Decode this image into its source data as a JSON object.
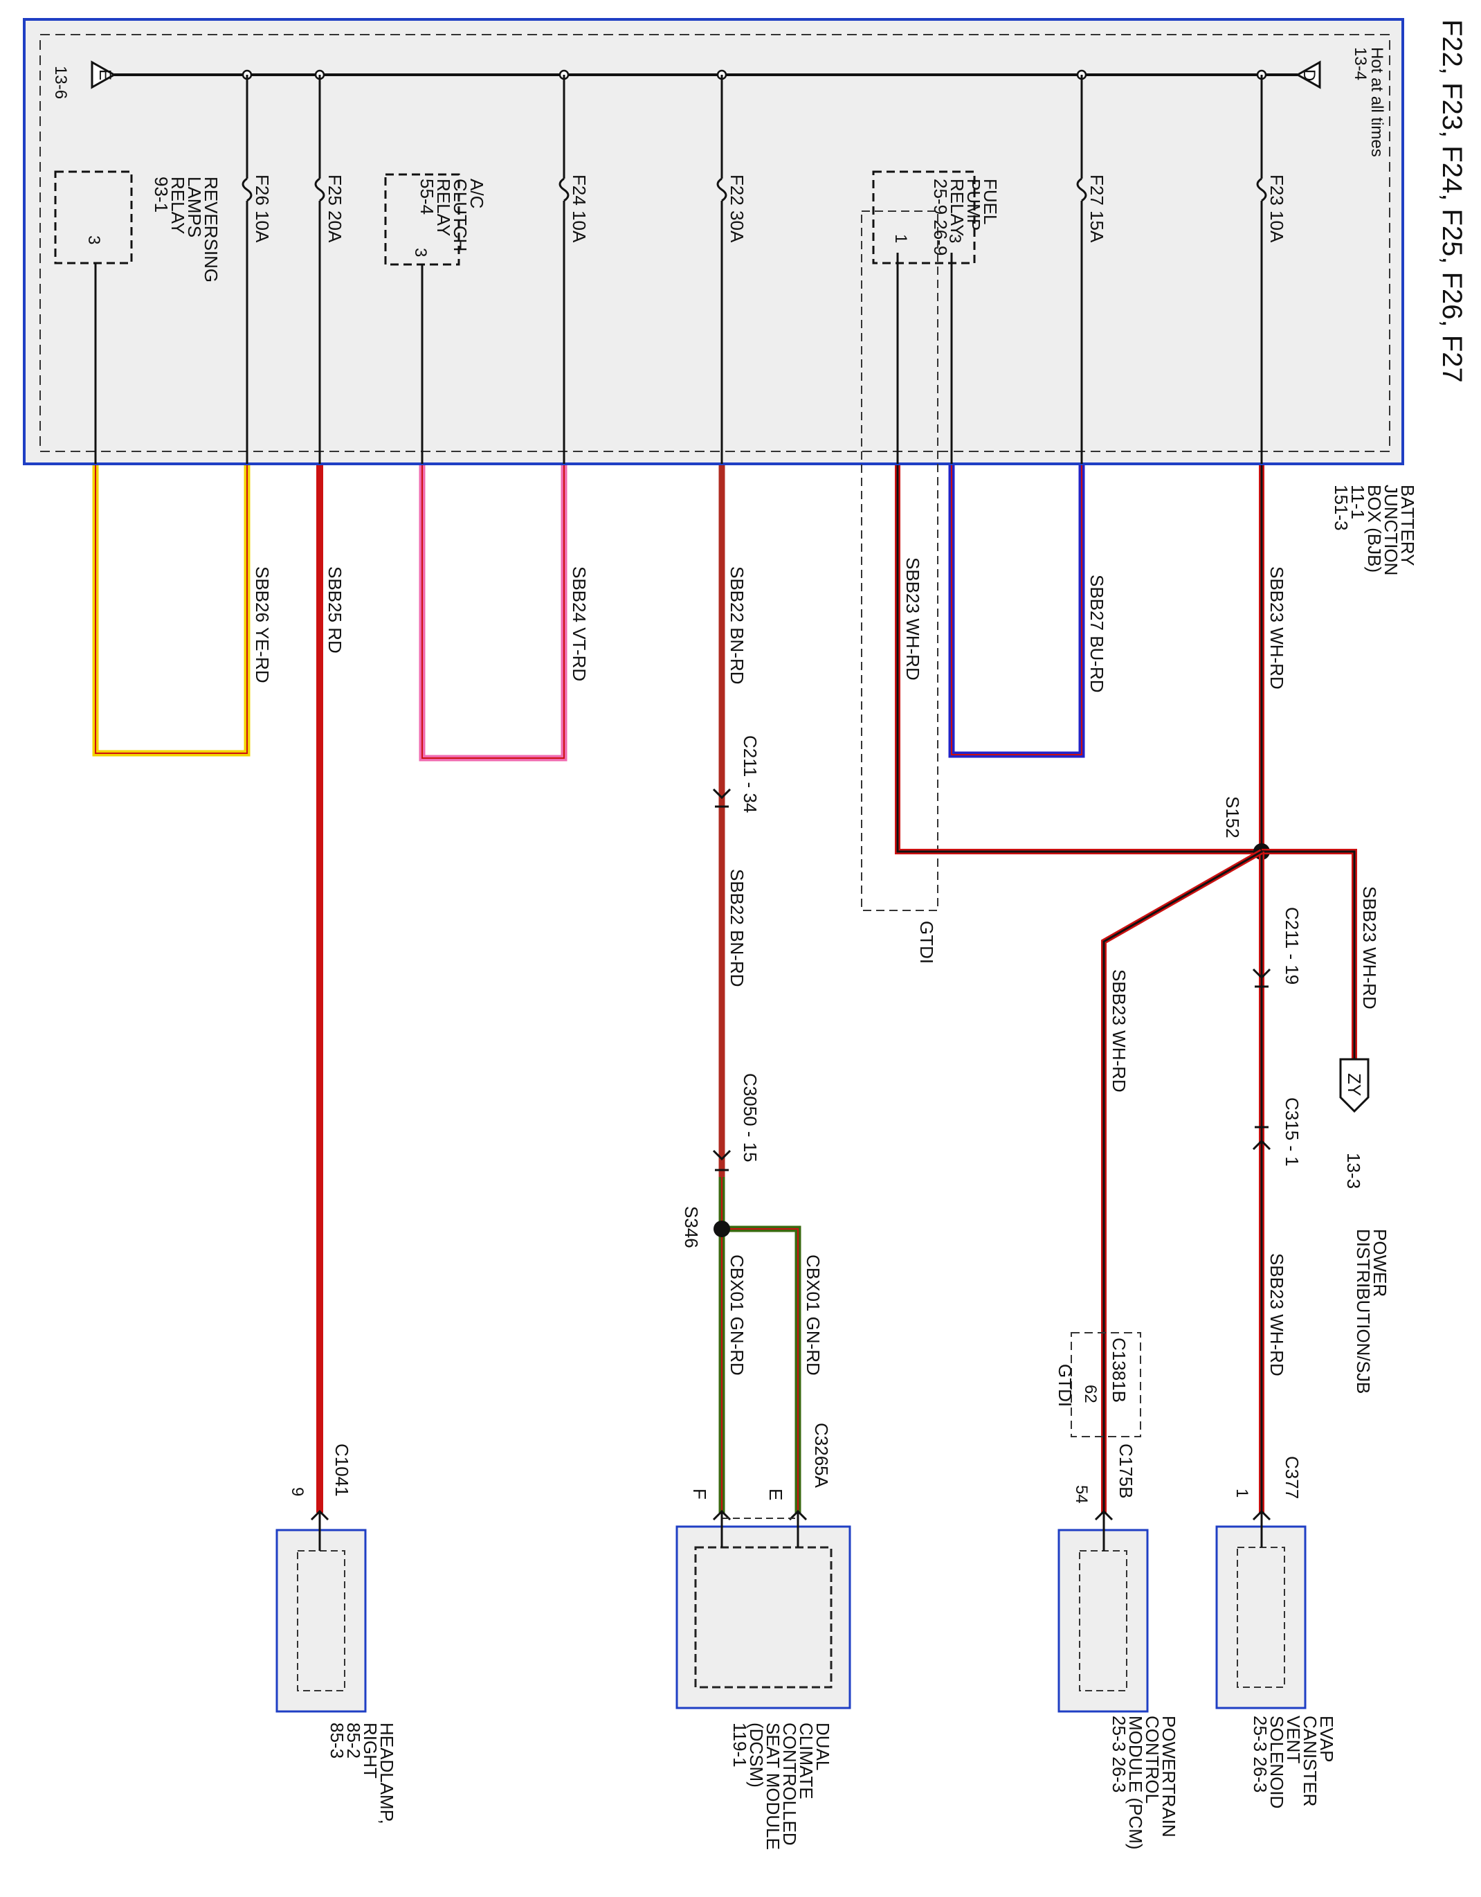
{
  "title": "F22, F23, F24, F25, F26, F27",
  "colors": {
    "box_border": "#1f3fc4",
    "box_fill": "#eeeeee",
    "red": "#cc1111",
    "brown_red": "#b02a20",
    "yellow": "#f3d400",
    "violet_pink": "#f06ab0",
    "blue": "#2323c8",
    "green": "#3a6a10",
    "black": "#111111"
  },
  "bjb": {
    "name": [
      "BATTERY",
      "JUNCTION",
      "BOX (BJB)",
      "11-1",
      "151-3"
    ],
    "hot_label": [
      "Hot at all times",
      "13-4"
    ],
    "left_ref": "13-6",
    "flag_left": "E",
    "flag_right": "D"
  },
  "fuses": [
    {
      "id": "F23",
      "rating": "10A"
    },
    {
      "id": "F27",
      "rating": "15A"
    },
    {
      "id": "F22",
      "rating": "30A"
    },
    {
      "id": "F24",
      "rating": "10A"
    },
    {
      "id": "F25",
      "rating": "20A"
    },
    {
      "id": "F26",
      "rating": "10A"
    }
  ],
  "relays": {
    "fuel_pump": {
      "name": [
        "FUEL",
        "PUMP",
        "RELAY",
        "25-9  26-9"
      ],
      "pin_a": "3",
      "pin_b": "1"
    },
    "ac_clutch": {
      "name": [
        "A/C",
        "CLUTCH",
        "RELAY",
        "55-4"
      ],
      "pin": "3"
    },
    "reversing": {
      "name": [
        "REVERSING",
        "LAMPS",
        "RELAY",
        "93-1"
      ],
      "pin": "3"
    }
  },
  "wires": {
    "sbb23": {
      "circuit": "SBB23",
      "color": "WH-RD"
    },
    "sbb27": {
      "circuit": "SBB27",
      "color": "BU-RD"
    },
    "sbb22": {
      "circuit": "SBB22",
      "color": "BN-RD"
    },
    "sbb24": {
      "circuit": "SBB24",
      "color": "VT-RD"
    },
    "sbb25": {
      "circuit": "SBB25",
      "color": "RD"
    },
    "sbb26": {
      "circuit": "SBB26",
      "color": "YE-RD"
    },
    "cbx01": {
      "circuit": "CBX01",
      "color": "GN-RD"
    }
  },
  "splices": {
    "s152": "S152",
    "s346": "S346"
  },
  "connectors": {
    "c211_19": "C211 - 19",
    "c315_1": "C315 - 1",
    "c211_34": "C211 - 34",
    "c3050_15": "C3050 - 15",
    "c377": "C377",
    "c377_pin": "1",
    "c175b": "C175B",
    "c175b_pin": "54",
    "c1381b": "C1381B",
    "c1381b_pin": "62",
    "c3265a": "C3265A",
    "dcsm_pin_e": "E",
    "dcsm_pin_f": "F",
    "c1041": "C1041",
    "c1041_pin": "9"
  },
  "gtdi": {
    "upper": "GTDI",
    "lower": "GTDI"
  },
  "zy": {
    "flag": "ZY",
    "ref": "13-3",
    "name": [
      "POWER",
      "DISTRIBUTION/SJB"
    ]
  },
  "components": {
    "evap": [
      "EVAP",
      "CANISTER",
      "VENT",
      "SOLENOID",
      "25-3  26-3"
    ],
    "pcm": [
      "POWERTRAIN",
      "CONTROL",
      "MODULE (PCM)",
      "25-3  26-3"
    ],
    "dcsm": [
      "DUAL",
      "CLIMATE",
      "CONTROLLED",
      "SEAT MODULE",
      "(DCSM)",
      "119-1"
    ],
    "headlamp": [
      "HEADLAMP,",
      "RIGHT",
      "85-2",
      "85-3"
    ]
  }
}
